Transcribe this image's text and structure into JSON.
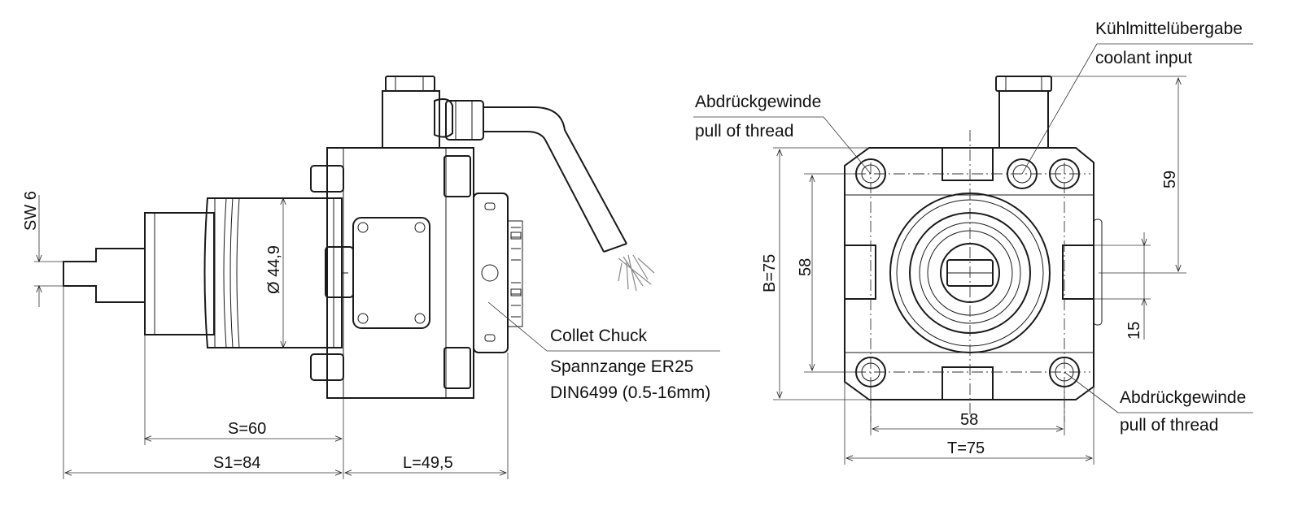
{
  "side_view": {
    "dimensions": {
      "sw": "SW 6",
      "diameter": "Ø 44,9",
      "s": "S=60",
      "s1": "S1=84",
      "l": "L=49,5"
    },
    "collet_label": {
      "line1": "Collet Chuck",
      "line2": "Spannzange ER25",
      "line3": "DIN6499 (0.5-16mm)"
    }
  },
  "front_view": {
    "dimensions": {
      "b": "B=75",
      "t": "T=75",
      "h58": "58",
      "v58": "58",
      "d59": "59",
      "d15": "15"
    },
    "coolant_label": {
      "line1": "Kühlmittelübergabe",
      "line2": "coolant input"
    },
    "thread_label_top": {
      "line1": "Abdrückgewinde",
      "line2": "pull of thread"
    },
    "thread_label_bottom": {
      "line1": "Abdrückgewinde",
      "line2": "pull of thread"
    }
  }
}
